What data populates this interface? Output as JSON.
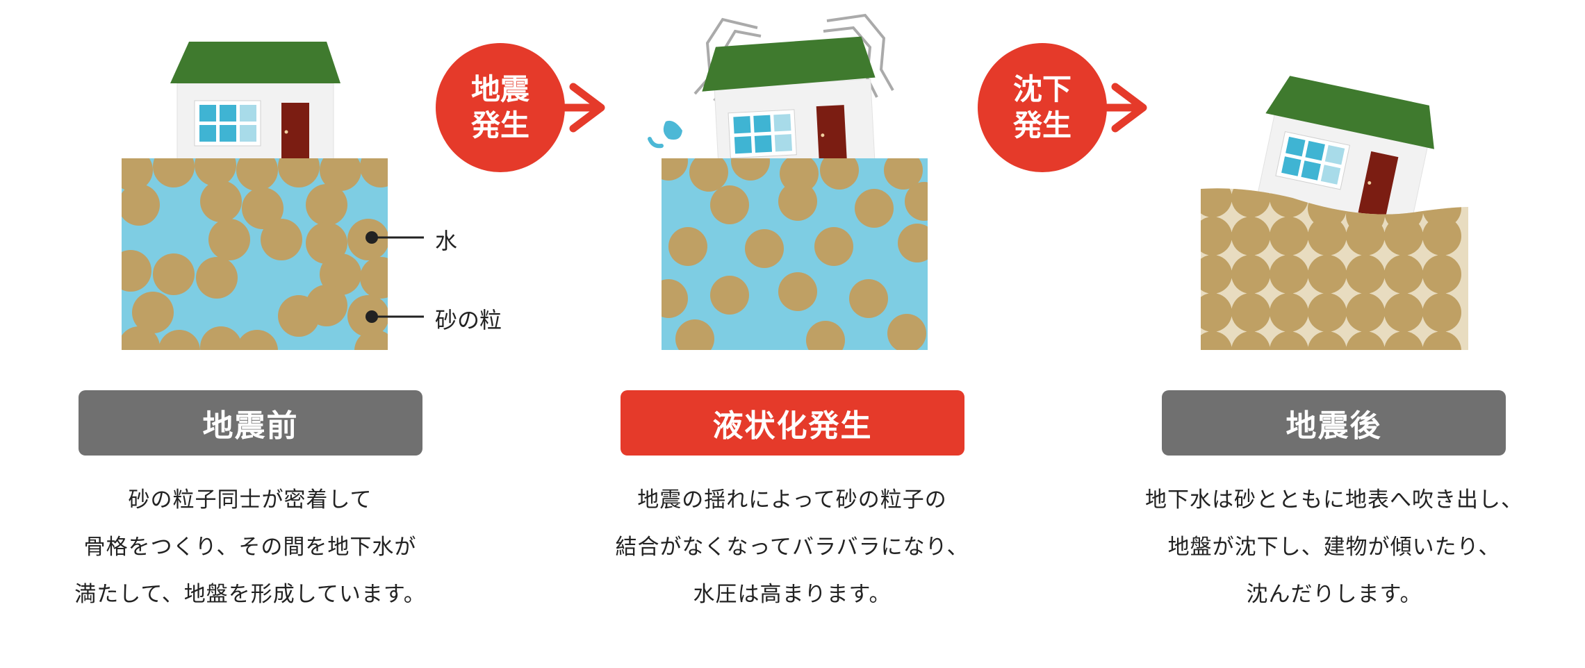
{
  "stages": [
    {
      "label": "地震前",
      "desc_lines": [
        "砂の粒子同士が密着して",
        "骨格をつくり、その間を地下水が",
        "満たして、地盤を形成しています。"
      ]
    },
    {
      "label": "液状化発生",
      "desc_lines": [
        "地震の揺れによって砂の粒子の",
        "結合がなくなってバラバラになり、",
        "水圧は高まります。"
      ]
    },
    {
      "label": "地震後",
      "desc_lines": [
        "地下水は砂とともに地表へ吹き出し、",
        "地盤が沈下し、建物が傾いたり、",
        "沈んだりします。"
      ]
    }
  ],
  "arrows": [
    {
      "line1": "地震",
      "line2": "発生"
    },
    {
      "line1": "沈下",
      "line2": "発生"
    }
  ],
  "legend": {
    "water": "水",
    "sand": "砂の粒"
  },
  "colors": {
    "water": "#7ecde3",
    "sand": "#bfa064",
    "roof": "#3f7a2e",
    "door": "#7b1d12",
    "accent_red": "#e53a2a",
    "label_gray": "#707070"
  }
}
